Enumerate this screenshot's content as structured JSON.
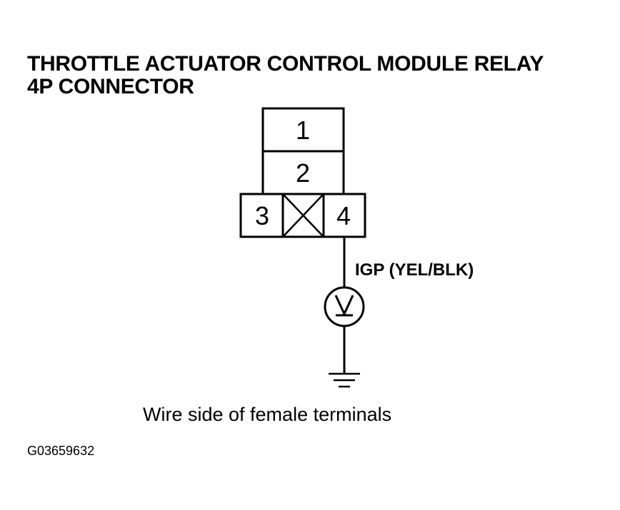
{
  "title": {
    "line1": "THROTTLE ACTUATOR CONTROL MODULE RELAY",
    "line2": "4P CONNECTOR"
  },
  "connector": {
    "pins": [
      {
        "number": "1"
      },
      {
        "number": "2"
      },
      {
        "number": "3"
      },
      {
        "number": "4"
      }
    ],
    "unused_cavity_icon": "x-cavity-icon"
  },
  "wire": {
    "label": "IGP (YEL/BLK)",
    "meter_icon": "voltmeter-icon",
    "ground_icon": "ground-icon"
  },
  "caption": "Wire side of female terminals",
  "figure_id": "G03659632",
  "colors": {
    "ink": "#000000",
    "background": "#ffffff"
  }
}
